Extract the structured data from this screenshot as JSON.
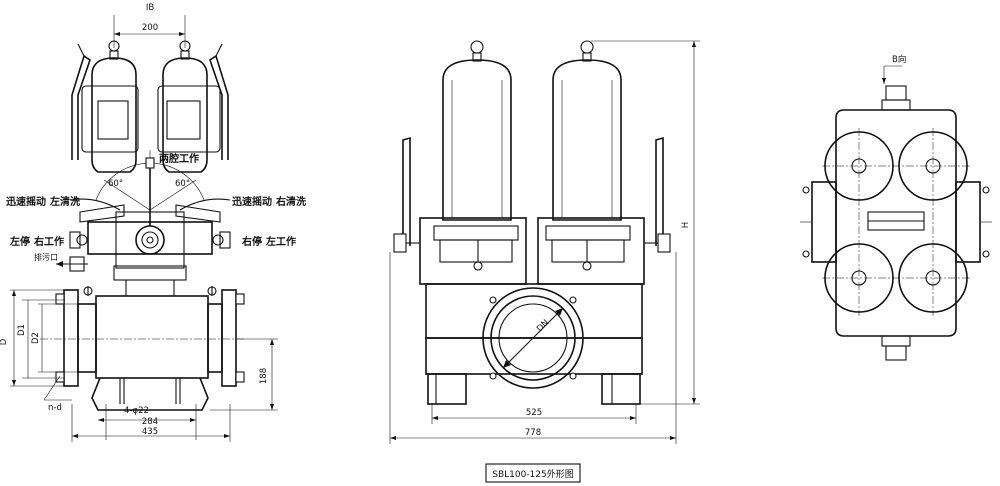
{
  "dimensions": {
    "view_b_top": "IB",
    "width_200": "200",
    "width_284": "284",
    "width_435": "435",
    "holes": "4-φ22",
    "height_188": "188",
    "flange_d": "D",
    "flange_d1": "D1",
    "flange_d2": "D2",
    "bolts": "n-d",
    "width_525": "525",
    "width_778": "778",
    "height_h": "H",
    "nominal_dn": "DN",
    "view_b_label": "B向"
  },
  "angles": {
    "left": "60°",
    "right": "60°"
  },
  "labels": {
    "both_work": "两腔工作",
    "left_shake": "迅速摇动",
    "left_clean": "左清洗",
    "right_shake": "迅速摇动",
    "right_clean": "右清洗",
    "left_stop": "左停",
    "right_work": "右工作",
    "right_stop": "右停",
    "left_work": "左工作",
    "drain": "排污口"
  },
  "caption": "SBL100-125外形图"
}
